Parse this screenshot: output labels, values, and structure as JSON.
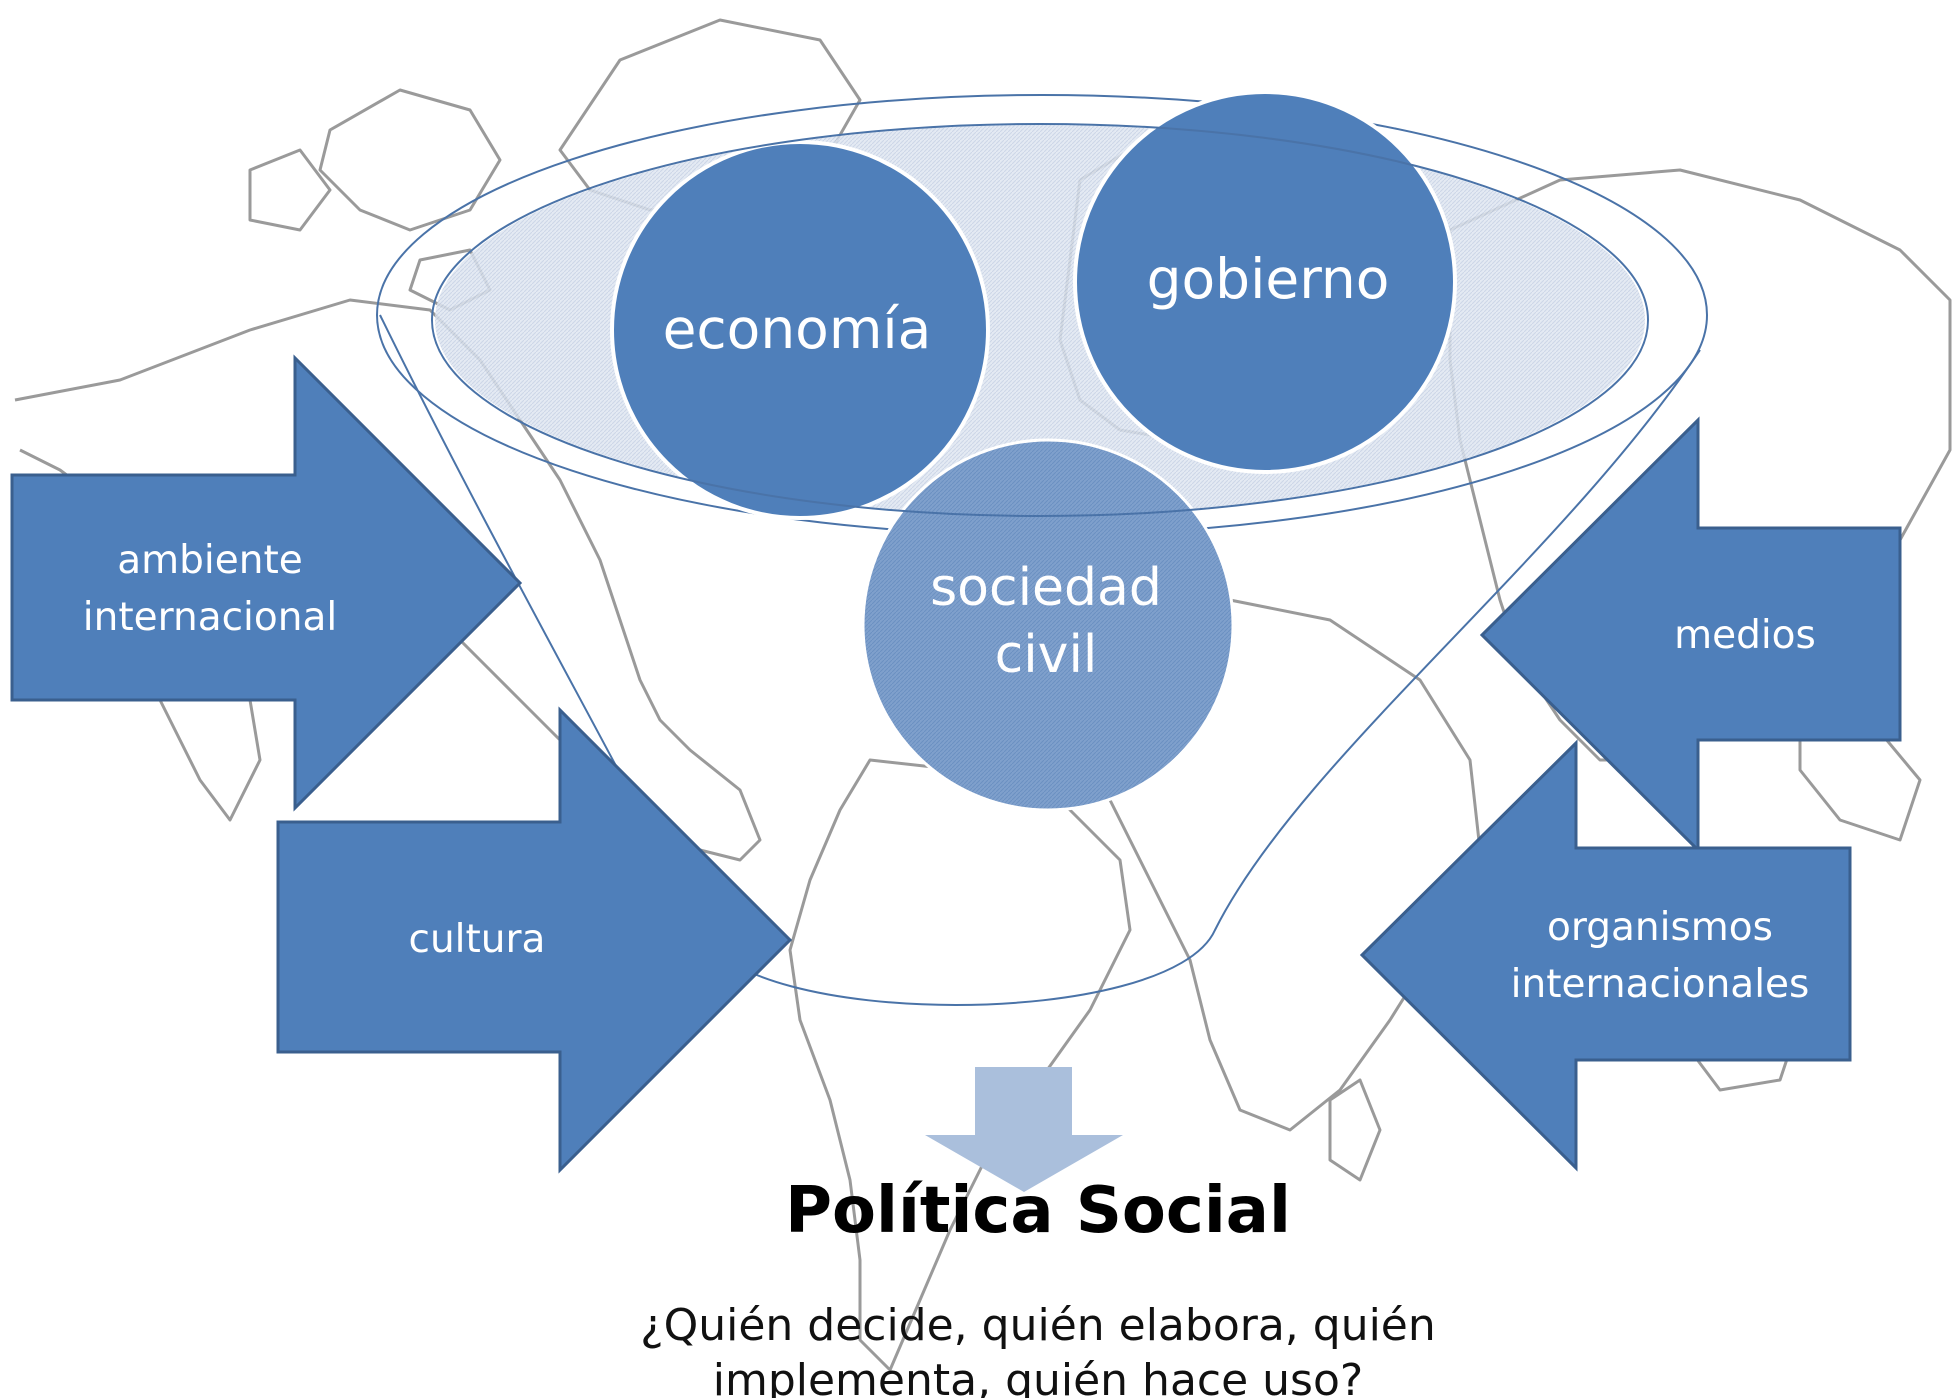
{
  "colors": {
    "arrow_fill": "#4f7fba",
    "arrow_stroke": "#3a5f8e",
    "circle_fill": "#4f7fba",
    "light_fill": "#a9bcd8",
    "down_arrow": "#aabfdc",
    "map_line": "#9a9a9a"
  },
  "circles": {
    "economia": "economía",
    "gobierno": "gobierno",
    "sociedad_line1": "sociedad",
    "sociedad_line2": "civil"
  },
  "arrows": {
    "ambiente_line1": "ambiente",
    "ambiente_line2": "internacional",
    "cultura": "cultura",
    "medios": "medios",
    "organismos_line1": "organismos",
    "organismos_line2": "internacionales"
  },
  "title": "Política Social",
  "question_line1": "¿Quién decide, quién elabora, quién",
  "question_line2": "implementa, quién hace uso?"
}
